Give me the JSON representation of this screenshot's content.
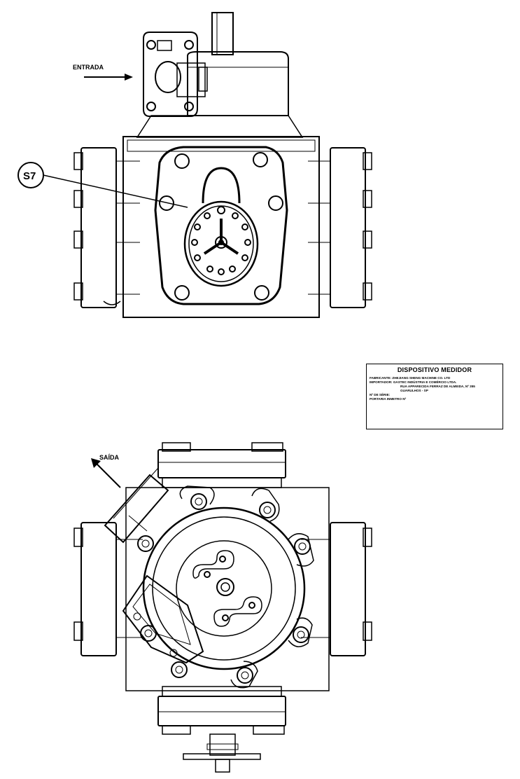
{
  "labels": {
    "inlet": "ENTRADA",
    "callout": "S7",
    "outlet": "SAÍDA"
  },
  "nameplate": {
    "title": "DISPOSITIVO MEDIDOR",
    "lines": [
      "FABRICANTE: ZHEJIANG SHENG MACHINE CO. LTD",
      "IMPORTADOR: GASTEC INDÚSTRIA E COMÉRCIO LTDA.",
      "RUA APPARECIDA FERRAZ DE ALMEIDA, Nº 355",
      "GUARULHOS - SP",
      "Nº DE SÉRIE:",
      "PORTARIA INMETRO Nº"
    ]
  },
  "colors": {
    "line": "#000000",
    "background": "#ffffff"
  }
}
